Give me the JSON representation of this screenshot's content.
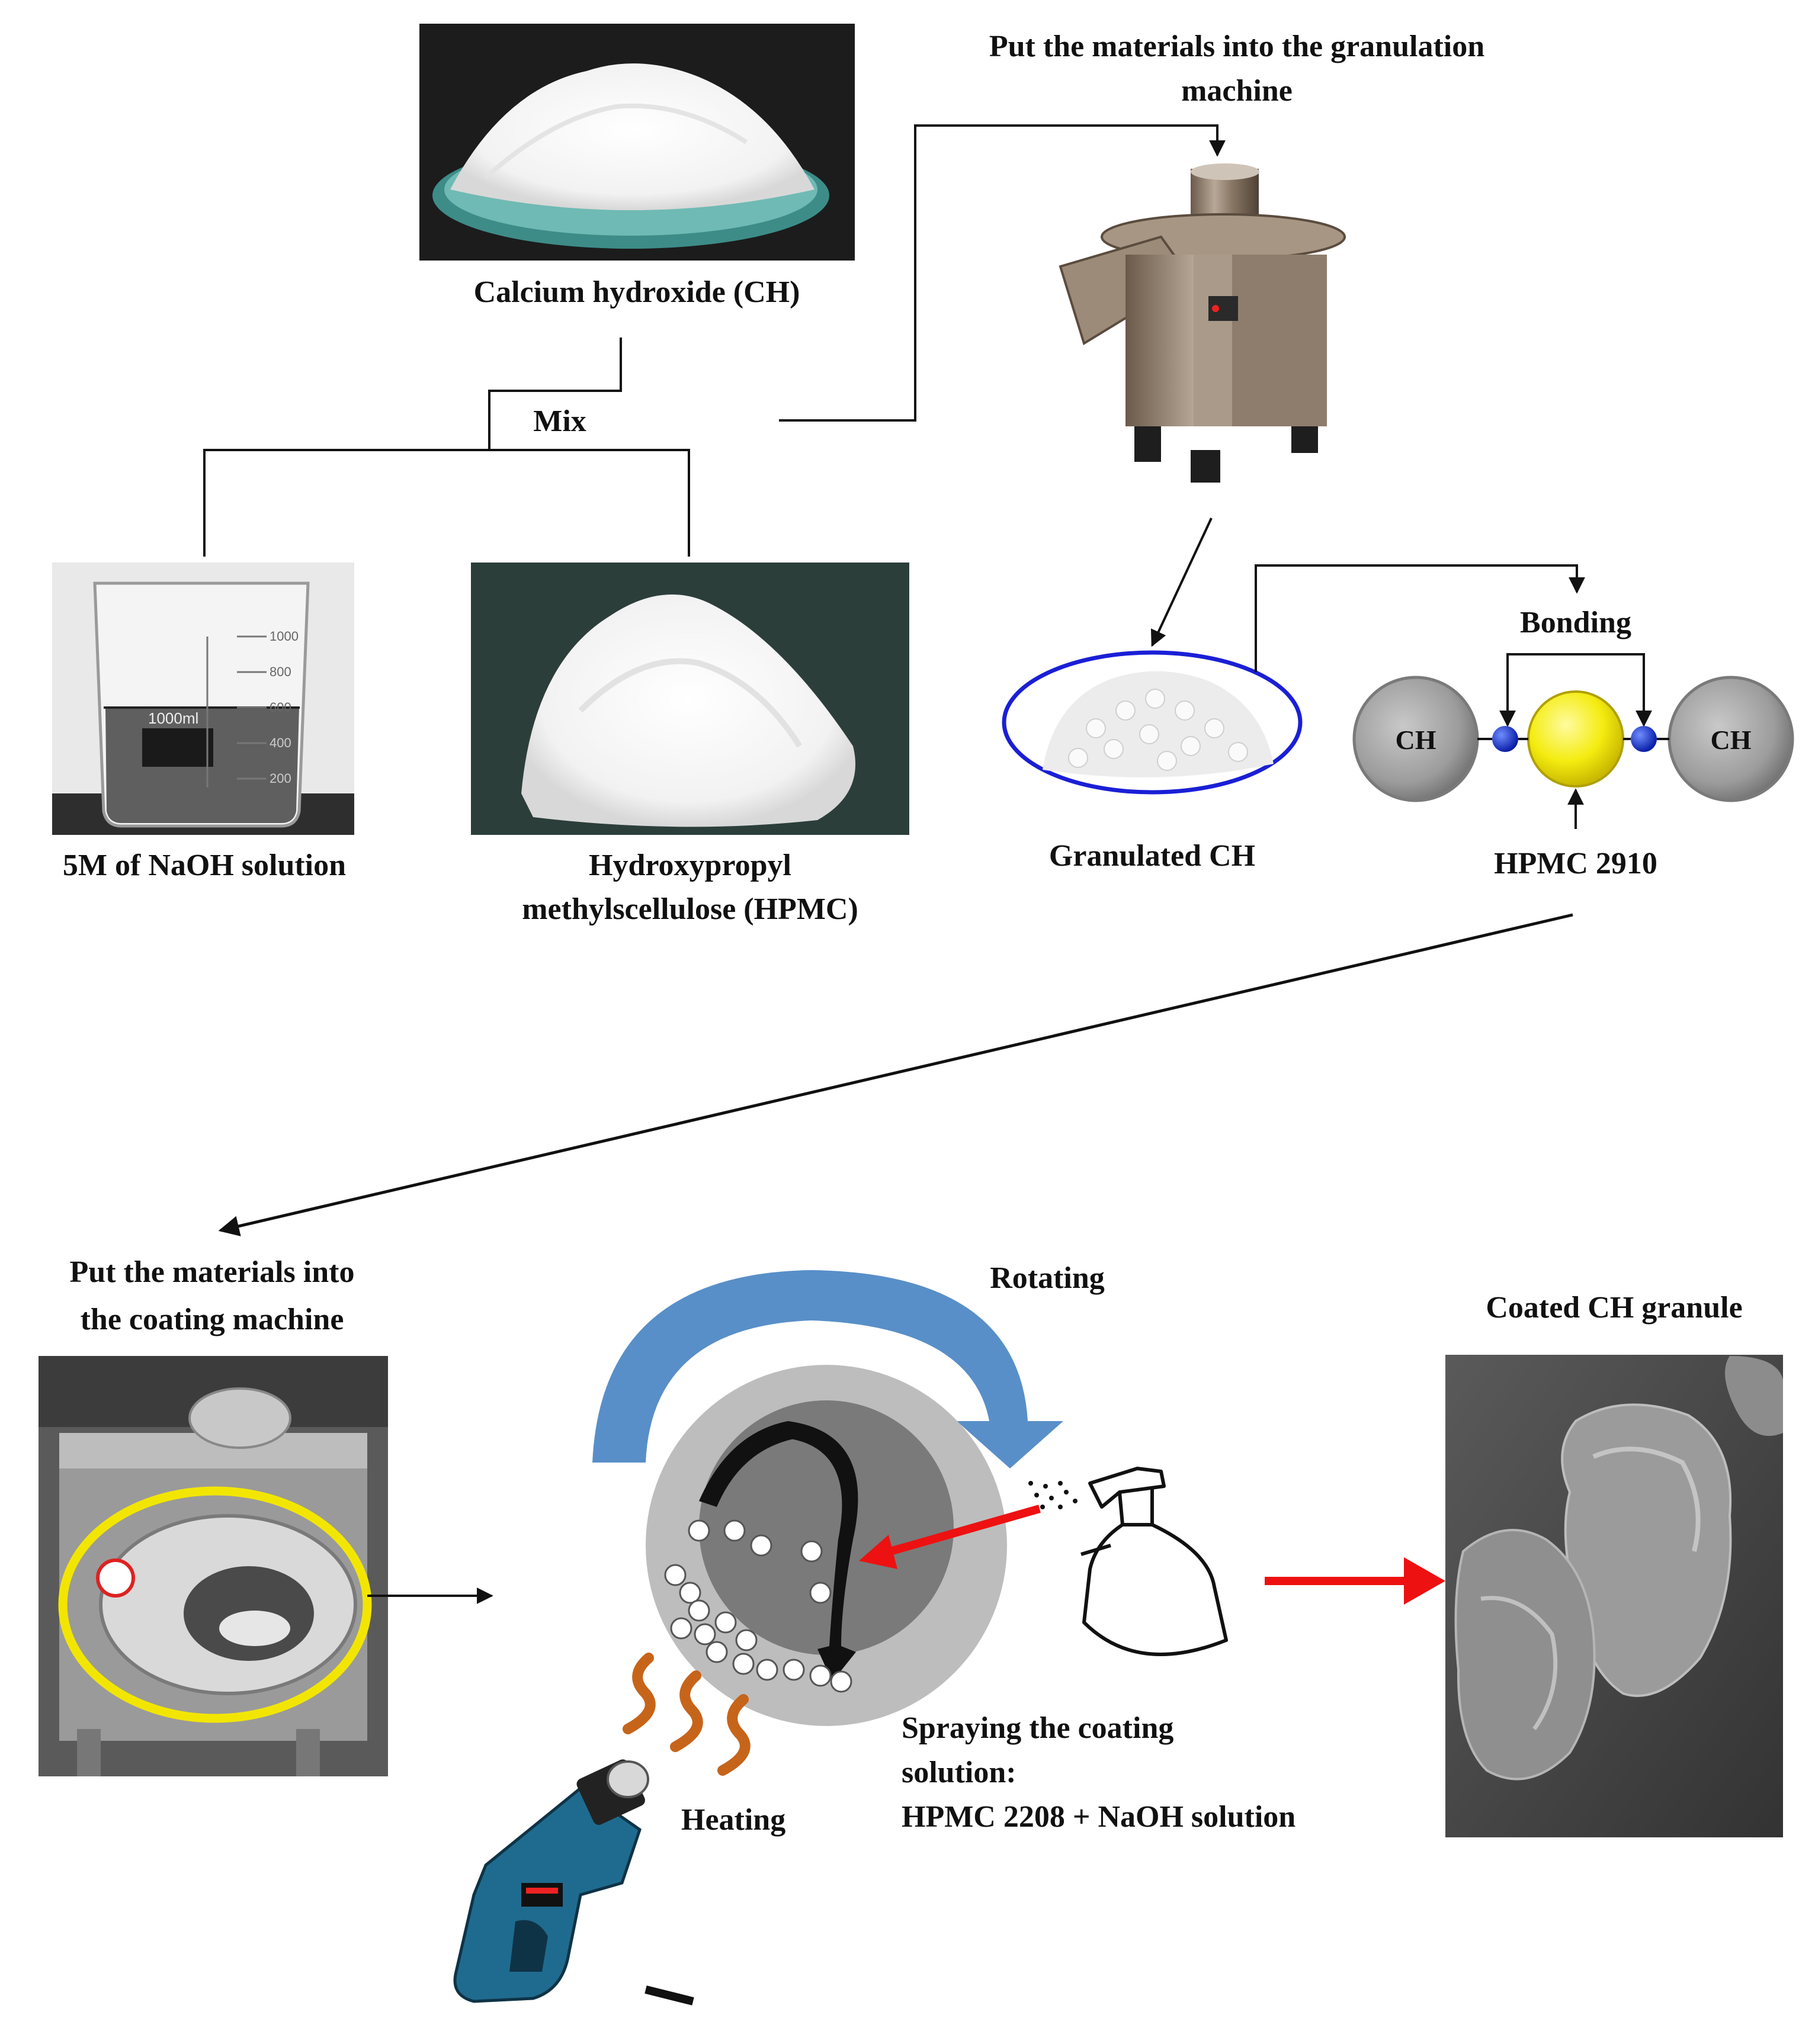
{
  "labels": {
    "calcium_hydroxide": "Calcium hydroxide (CH)",
    "mix": "Mix",
    "naoh": "5M of NaOH  solution",
    "hpmc_line1": "Hydroxypropyl",
    "hpmc_line2": "methylscellulose (HPMC)",
    "granulation_line1": "Put the materials into the granulation",
    "granulation_line2": "machine",
    "granulated_ch": "Granulated CH",
    "bonding": "Bonding",
    "ch_left": "CH",
    "ch_right": "CH",
    "hpmc_2910": "HPMC 2910",
    "coating_machine_line1": "Put the materials into",
    "coating_machine_line2": "the coating machine",
    "rotating": "Rotating",
    "spraying_line1": "Spraying the coating",
    "spraying_line2": "solution:",
    "spraying_line3": "HPMC 2208 + NaOH  solution",
    "heating": "Heating",
    "coated_ch": "Coated CH granule"
  },
  "beaker_scale": {
    "marks": [
      "1000",
      "800",
      "600",
      "400",
      "200"
    ],
    "badge": "1000ml"
  },
  "colors": {
    "ring_yellow": "#f2e600",
    "ring_blue": "#1a1fd6",
    "arrow_red": "#ee1111",
    "rotate_blue": "#4a86c3",
    "bond_blue": "#1535d8",
    "bond_yellow": "#f4ec10",
    "ch_grey": "#9c9c9c"
  }
}
